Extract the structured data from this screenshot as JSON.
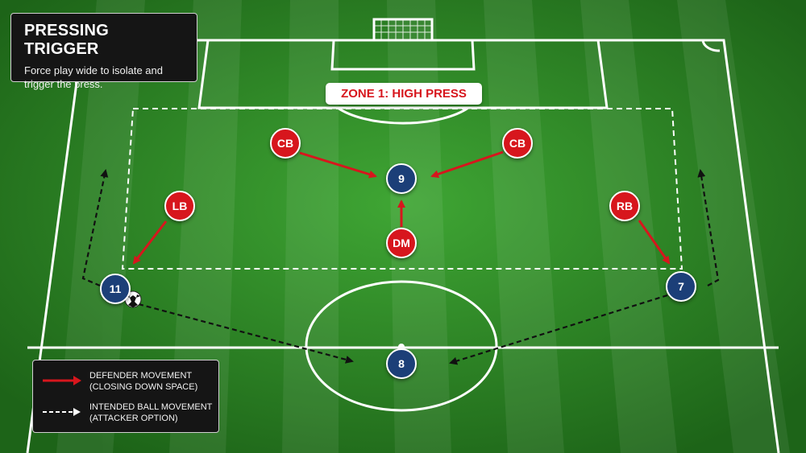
{
  "title": {
    "heading": "PRESSING TRIGGER",
    "subtitle": "Force play wide to isolate and trigger the press."
  },
  "zone_label": "ZONE 1: HIGH PRESS",
  "legend": {
    "defender_line1": "DEFENDER MOVEMENT",
    "defender_line2": "(CLOSING DOWN SPACE)",
    "ball_line1": "INTENDED BALL MOVEMENT",
    "ball_line2": "(ATTACKER OPTION)"
  },
  "players": {
    "cb_left": "CB",
    "cb_right": "CB",
    "lb": "LB",
    "rb": "RB",
    "dm": "DM",
    "att_9": "9",
    "att_11": "11",
    "att_7": "7",
    "att_8": "8"
  },
  "colors": {
    "defender": "#d7161d",
    "attacker": "#1c3f78",
    "pitch": "#2f8a28",
    "lines": "#ffffff"
  }
}
